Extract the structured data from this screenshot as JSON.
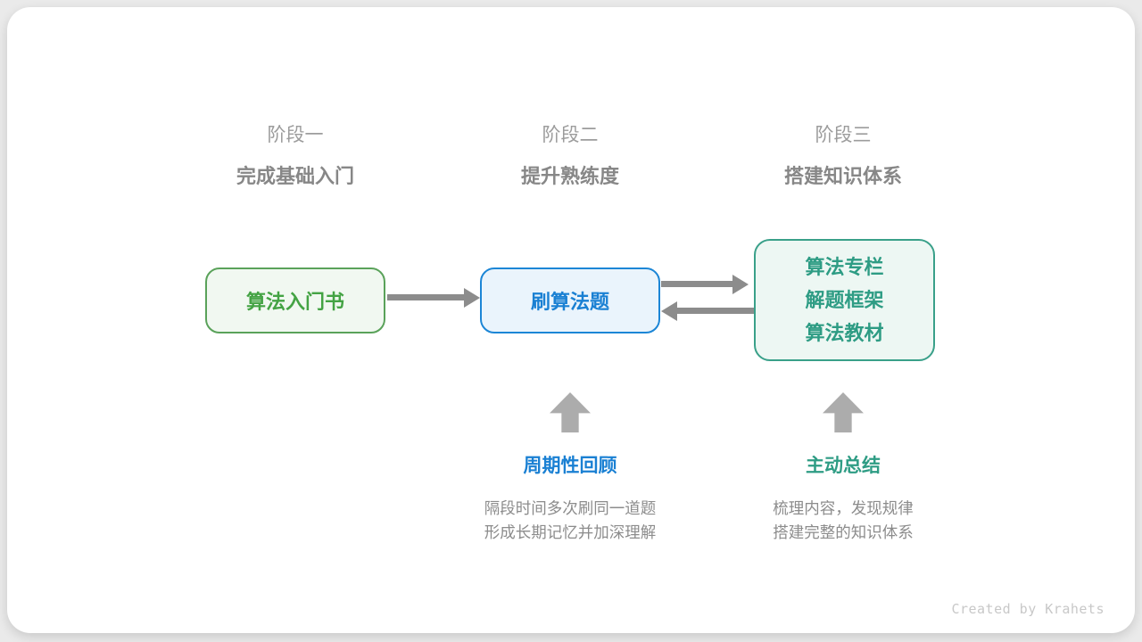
{
  "stages": [
    {
      "label": "阶段一",
      "subtitle": "完成基础入门"
    },
    {
      "label": "阶段二",
      "subtitle": "提升熟练度"
    },
    {
      "label": "阶段三",
      "subtitle": "搭建知识体系"
    }
  ],
  "boxes": [
    {
      "title": "算法入门书"
    },
    {
      "title": "刷算法题"
    },
    {
      "lines": [
        "算法专栏",
        "解题框架",
        "算法教材"
      ]
    }
  ],
  "annotations": [
    {
      "title": "周期性回顾",
      "desc_line1": "隔段时间多次刷同一道题",
      "desc_line2": "形成长期记忆并加深理解"
    },
    {
      "title": "主动总结",
      "desc_line1": "梳理内容，发现规律",
      "desc_line2": "搭建完整的知识体系"
    }
  ],
  "credit": "Created by Krahets",
  "colors": {
    "green-border": "#5aa25a",
    "green-bg": "#f1f8f1",
    "green-text": "#44a344",
    "blue-border": "#1c86d6",
    "blue-bg": "#eaf4fc",
    "blue-text": "#1a80d3",
    "teal-border": "#39a089",
    "teal-bg": "#edf7f3",
    "teal-text": "#2e9c84",
    "connector": "#8c8c8c",
    "block-arrow": "#acacac",
    "stage-label": "#9c9c9c",
    "stage-subtitle": "#878787",
    "desc": "#8c8c8c",
    "credit": "#c8c8c8"
  }
}
